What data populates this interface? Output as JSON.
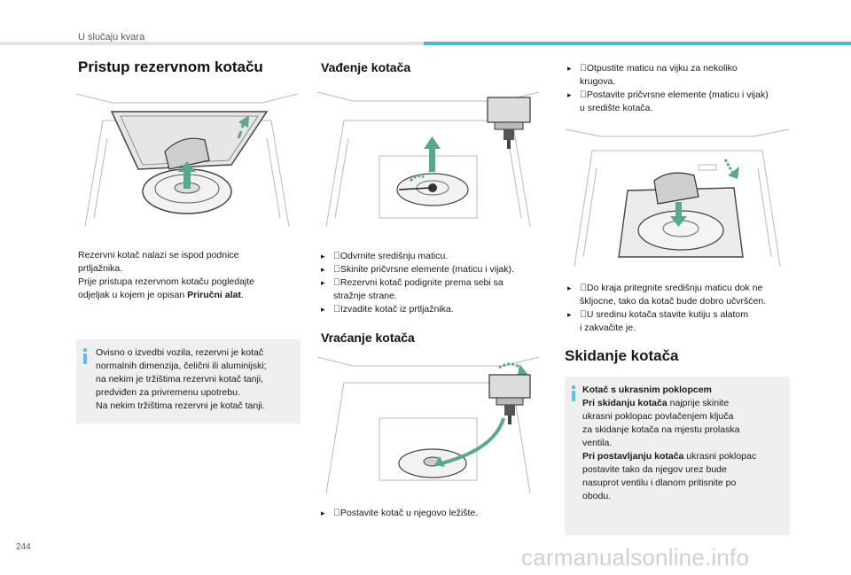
{
  "header": {
    "section": "U slučaju kvara"
  },
  "col1": {
    "title": "Pristup rezervnom kotaču",
    "para_line1": "Rezervni kotač nalazi se ispod podnice",
    "para_line2": "prtljažnika.",
    "para_line3": "Prije pristupa rezervnom kotaču pogledajte",
    "para_line4_prefix": "odjeljak u kojem je opisan ",
    "para_line4_bold": "Priručni alat",
    "para_line4_suffix": ".",
    "info_lines": [
      "Ovisno o izvedbi vozila, rezervni je kotač",
      "normalnih dimenzija, čelični ili aluminijski;",
      "na nekim je tržištima rezervni kotač tanji,",
      "predviđen za privremenu upotrebu.",
      "Na nekim tržištima rezervni je kotač tanji."
    ]
  },
  "col2": {
    "title_remove": "Vađenje kotača",
    "remove_steps": [
      "Odvrnite središnju maticu.",
      "Skinite pričvrsne elemente (maticu i vijak).",
      "Rezervni kotač podignite prema sebi sa",
      "stražnje strane.",
      "Izvadite kotač iz prtljažnika."
    ],
    "title_return": "Vraćanje kotača",
    "return_steps": [
      "Postavite kotač u njegovo ležište."
    ]
  },
  "col3": {
    "top_steps": [
      "Otpustite maticu na vijku za nekoliko",
      "krugova.",
      "Postavite pričvrsne elemente (maticu i vijak)",
      "u središte kotača."
    ],
    "mid_steps": [
      "Do kraja pritegnite središnju maticu dok ne",
      "škljocne, tako da kotač bude dobro učvršćen.",
      "U sredinu kotača stavite kutiju s alatom",
      "i zakvačite je."
    ],
    "title_removal": "Skidanje kotača",
    "info_title": "Kotač s ukrasnim poklopcem",
    "info_p1_bold": "Pri skidanju kotača",
    "info_p1_rest": " najprije skinite",
    "info_p1_lines": [
      "ukrasni poklopac povlačenjem ključa",
      "za skidanje kotača na mjestu prolaska",
      "ventila."
    ],
    "info_p2_bold": "Pri postavljanju kotača",
    "info_p2_rest": " ukrasni poklopac",
    "info_p2_lines": [
      "postavite tako da njegov urez bude",
      "nasuprot ventilu i dlanom pritisnite po",
      "obodu."
    ]
  },
  "footer": {
    "page_number": "244",
    "watermark": "carmanualsonline.info"
  },
  "colors": {
    "accent": "#4fb3d9",
    "arrow_green": "#5aa78a",
    "box_grey": "#efefef"
  }
}
